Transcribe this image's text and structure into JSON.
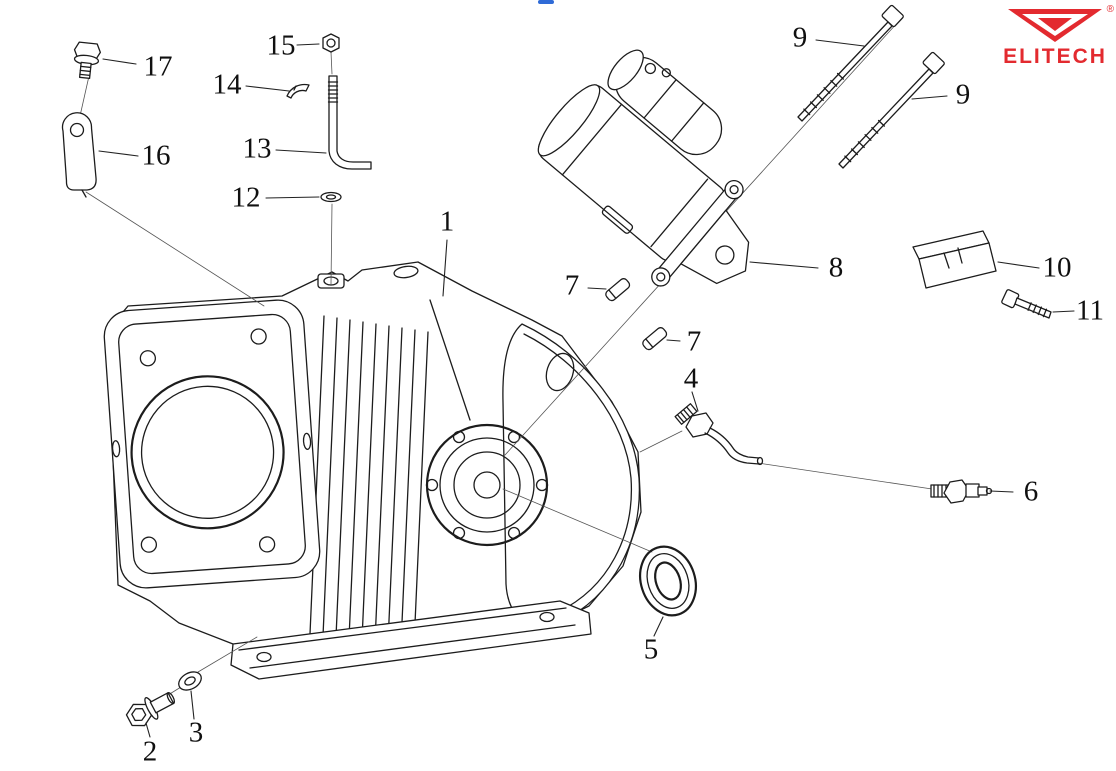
{
  "brand": {
    "name": "ELITECH",
    "registered_mark": "®",
    "color": "#e32a2f"
  },
  "diagram": {
    "callouts": {
      "c1": {
        "label": "1"
      },
      "c2": {
        "label": "2"
      },
      "c3": {
        "label": "3"
      },
      "c4": {
        "label": "4"
      },
      "c5": {
        "label": "5"
      },
      "c6": {
        "label": "6"
      },
      "c7a": {
        "label": "7"
      },
      "c7b": {
        "label": "7"
      },
      "c8": {
        "label": "8"
      },
      "c9a": {
        "label": "9"
      },
      "c9b": {
        "label": "9"
      },
      "c10": {
        "label": "10"
      },
      "c11": {
        "label": "11"
      },
      "c12": {
        "label": "12"
      },
      "c13": {
        "label": "13"
      },
      "c14": {
        "label": "14"
      },
      "c15": {
        "label": "15"
      },
      "c16": {
        "label": "16"
      },
      "c17": {
        "label": "17"
      }
    }
  }
}
